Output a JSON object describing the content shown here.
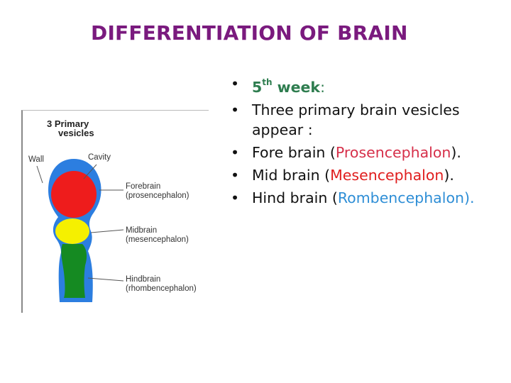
{
  "title": "DIFFERENTIATION OF BRAIN",
  "figure": {
    "heading_line1": "3 Primary",
    "heading_line2": "vesicles",
    "wall": "Wall",
    "cavity": "Cavity",
    "forebrain": "Forebrain",
    "forebrain_sub": "(prosencephalon)",
    "midbrain": "Midbrain",
    "midbrain_sub": "(mesencephalon)",
    "hindbrain": "Hindbrain",
    "hindbrain_sub": "(rhombencephalon)",
    "colors": {
      "wall": "#2c7ee0",
      "forebrain": "#ee1c1c",
      "midbrain": "#f5f000",
      "hindbrain": "#158a22"
    }
  },
  "bullets": {
    "b1_number": "5",
    "b1_sup": "th",
    "b1_word": " week",
    "b1_colon": ":",
    "b2": "Three primary brain vesicles appear :",
    "b3_prefix": "Fore brain (",
    "b3_term": "Prosencephalon",
    "b3_suffix": ").",
    "b4_prefix": "Mid brain (",
    "b4_term": "Mesencephalon",
    "b4_suffix": ").",
    "b5_prefix": "Hind brain (",
    "b5_term": "Rombencephalon).",
    "colors": {
      "week": "#2e7d4f",
      "prosencephalon": "#d6304a",
      "mesencephalon": "#e01e1e",
      "rombencephalon": "#2e8ed6"
    }
  }
}
